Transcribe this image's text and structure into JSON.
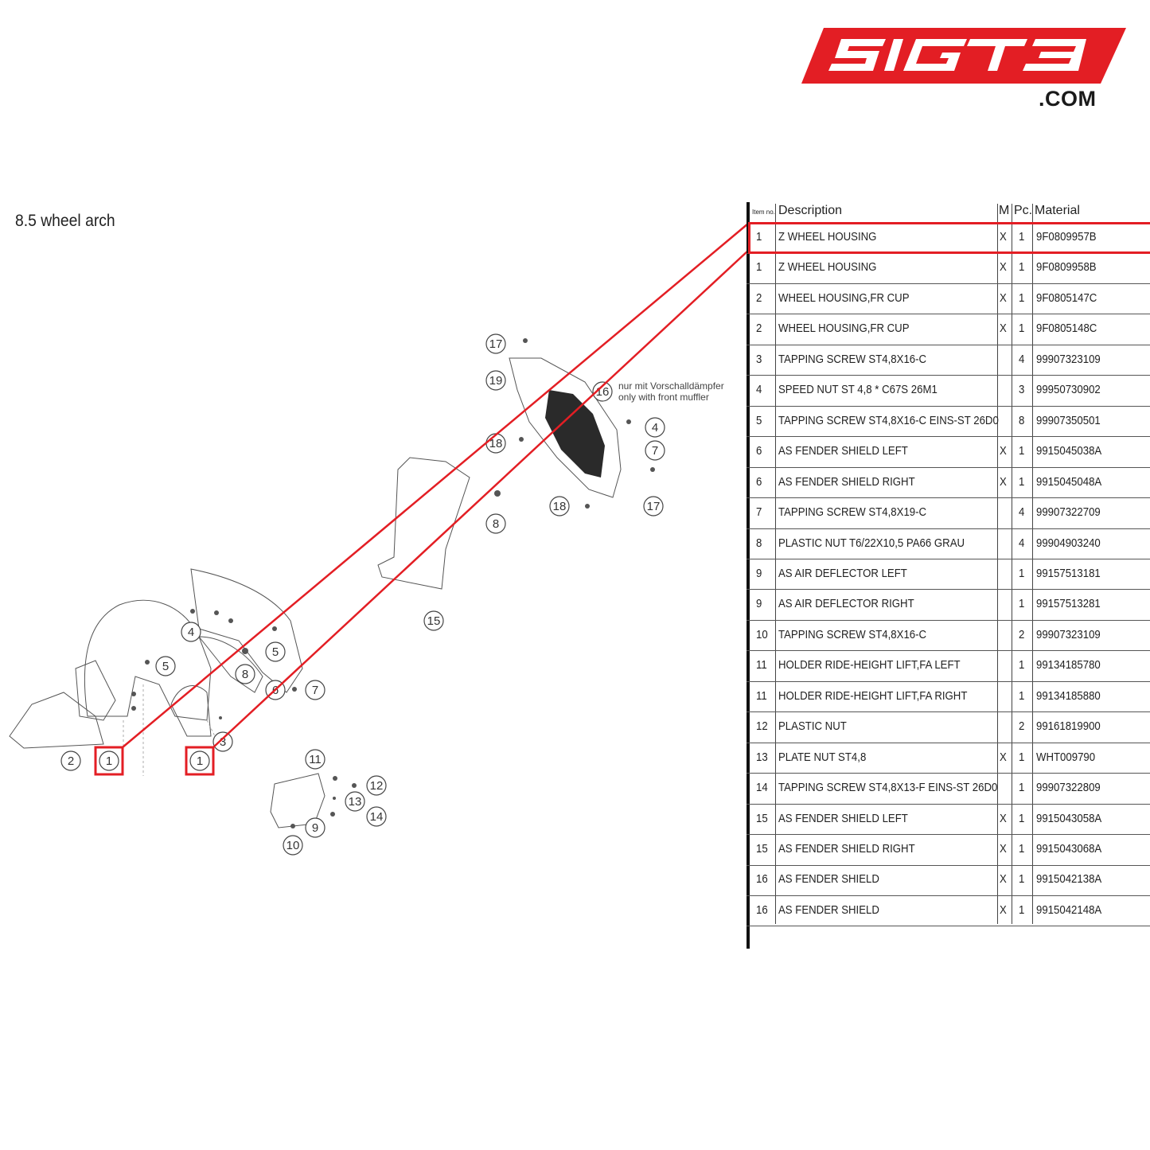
{
  "logo": {
    "mark": "SIGT3",
    "suffix": ".COM"
  },
  "section": {
    "title": "8.5  wheel arch"
  },
  "diagram": {
    "note_line1": "nur mit Vorschalldämpfer",
    "note_line2": "only with front muffler",
    "callouts": [
      "17",
      "19",
      "16",
      "4",
      "7",
      "18",
      "8",
      "17",
      "18",
      "15",
      "4",
      "5",
      "5",
      "8",
      "6",
      "7",
      "2",
      "1",
      "1",
      "3",
      "11",
      "12",
      "13",
      "14",
      "9",
      "10"
    ]
  },
  "table": {
    "headers": {
      "item": "Item no.",
      "description": "Description",
      "m": "M",
      "pc": "Pc.",
      "material": "Material"
    },
    "rows": [
      {
        "item": "1",
        "description": "Z WHEEL HOUSING",
        "m": "X",
        "pc": "1",
        "material": "9F0809957B",
        "highlighted": true
      },
      {
        "item": "1",
        "description": "Z WHEEL HOUSING",
        "m": "X",
        "pc": "1",
        "material": "9F0809958B"
      },
      {
        "item": "2",
        "description": "WHEEL HOUSING,FR CUP",
        "m": "X",
        "pc": "1",
        "material": "9F0805147C"
      },
      {
        "item": "2",
        "description": "WHEEL HOUSING,FR CUP",
        "m": "X",
        "pc": "1",
        "material": "9F0805148C"
      },
      {
        "item": "3",
        "description": "TAPPING SCREW ST4,8X16-C",
        "m": "",
        "pc": "4",
        "material": "99907323109"
      },
      {
        "item": "4",
        "description": "SPEED NUT ST 4,8 * C67S 26M1",
        "m": "",
        "pc": "3",
        "material": "99950730902"
      },
      {
        "item": "5",
        "description": "TAPPING SCREW ST4,8X16-C EINS-ST 26D0",
        "m": "",
        "pc": "8",
        "material": "99907350501"
      },
      {
        "item": "6",
        "description": "AS FENDER SHIELD LEFT",
        "m": "X",
        "pc": "1",
        "material": "9915045038A"
      },
      {
        "item": "6",
        "description": "AS FENDER SHIELD RIGHT",
        "m": "X",
        "pc": "1",
        "material": "9915045048A"
      },
      {
        "item": "7",
        "description": "TAPPING SCREW ST4,8X19-C",
        "m": "",
        "pc": "4",
        "material": "99907322709"
      },
      {
        "item": "8",
        "description": "PLASTIC NUT T6/22X10,5 PA66 GRAU",
        "m": "",
        "pc": "4",
        "material": "99904903240"
      },
      {
        "item": "9",
        "description": "AS AIR DEFLECTOR LEFT",
        "m": "",
        "pc": "1",
        "material": "99157513181"
      },
      {
        "item": "9",
        "description": "AS AIR DEFLECTOR RIGHT",
        "m": "",
        "pc": "1",
        "material": "99157513281"
      },
      {
        "item": "10",
        "description": "TAPPING SCREW ST4,8X16-C",
        "m": "",
        "pc": "2",
        "material": "99907323109"
      },
      {
        "item": "11",
        "description": "HOLDER RIDE-HEIGHT LIFT,FA LEFT",
        "m": "",
        "pc": "1",
        "material": "99134185780"
      },
      {
        "item": "11",
        "description": "HOLDER RIDE-HEIGHT LIFT,FA RIGHT",
        "m": "",
        "pc": "1",
        "material": "99134185880"
      },
      {
        "item": "12",
        "description": "PLASTIC NUT",
        "m": "",
        "pc": "2",
        "material": "99161819900"
      },
      {
        "item": "13",
        "description": "PLATE NUT ST4,8",
        "m": "X",
        "pc": "1",
        "material": "WHT009790"
      },
      {
        "item": "14",
        "description": "TAPPING SCREW ST4,8X13-F EINS-ST 26D0",
        "m": "",
        "pc": "1",
        "material": "99907322809"
      },
      {
        "item": "15",
        "description": "AS FENDER SHIELD LEFT",
        "m": "X",
        "pc": "1",
        "material": "9915043058A"
      },
      {
        "item": "15",
        "description": "AS FENDER SHIELD RIGHT",
        "m": "X",
        "pc": "1",
        "material": "9915043068A"
      },
      {
        "item": "16",
        "description": "AS FENDER SHIELD",
        "m": "X",
        "pc": "1",
        "material": "9915042138A"
      },
      {
        "item": "16",
        "description": "AS FENDER SHIELD",
        "m": "X",
        "pc": "1",
        "material": "9915042148A"
      }
    ]
  },
  "colors": {
    "brand_red": "#e31e24",
    "highlight": "#e31e24",
    "text": "#222222"
  }
}
